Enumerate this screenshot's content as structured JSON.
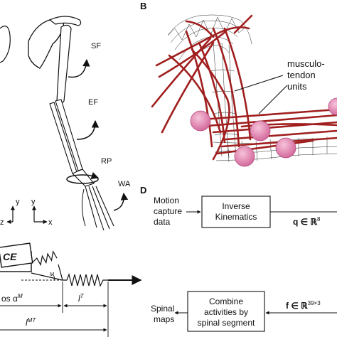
{
  "panels": {
    "b": "B",
    "d": "D"
  },
  "panel_a": {
    "joints": {
      "sf": "SF",
      "ef": "EF",
      "rp": "RP",
      "wa": "WA"
    },
    "axes": {
      "left_y": "y",
      "left_z": "z",
      "right_y": "y",
      "right_x": "x"
    }
  },
  "panel_b": {
    "label_line1": "musculo-",
    "label_line2": "tendon",
    "label_line3": "units",
    "colors": {
      "muscle": "#a01e1e",
      "node": "#e68cb4",
      "mesh": "#2a2a2a"
    }
  },
  "panel_c": {
    "ce": "CE",
    "cos_label": "os α",
    "cos_sup": "M",
    "small_m": "M",
    "lt": "l",
    "lt_sup": "T",
    "lmt": "l",
    "lmt_sup": "MT"
  },
  "panel_d": {
    "motion_line1": "Motion",
    "motion_line2": "capture",
    "motion_line3": "data",
    "ik_line1": "Inverse",
    "ik_line2": "Kinematics",
    "q_label": "q ∈ ℝ",
    "q_sup": "8",
    "combine_line1": "Combine",
    "combine_line2": "activities by",
    "combine_line3": "spinal segment",
    "f_label": "f ∈ ℝ",
    "f_sup": "39×3",
    "spinal_line1": "Spinal",
    "spinal_line2": "maps"
  }
}
